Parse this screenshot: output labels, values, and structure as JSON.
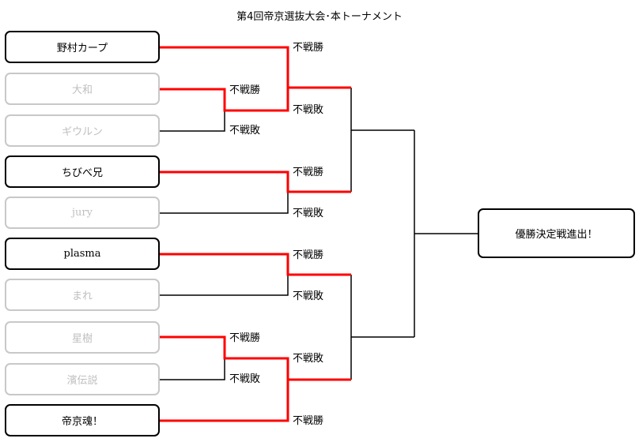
{
  "title": "第4回帝京選抜大会･本トーナメント",
  "teams": [
    {
      "name": "野村カープ"
    },
    {
      "name": "大和"
    },
    {
      "name": "ギウルン"
    },
    {
      "name": "ちびべ兄"
    },
    {
      "name": "jury"
    },
    {
      "name": "plasma"
    },
    {
      "name": "まれ"
    },
    {
      "name": "星樹"
    },
    {
      "name": "濱伝説"
    },
    {
      "name": "帝京魂！"
    }
  ],
  "results": {
    "r1_top_win": "不戦勝",
    "r1_top_lose": "不戦敗",
    "r1_bot_win": "不戦勝",
    "r1_bot_lose": "不戦敗",
    "r2_a_win": "不戦勝",
    "r2_a_lose": "不戦敗",
    "r2_b_win": "不戦勝",
    "r2_b_lose": "不戦敗",
    "r2_c_win": "不戦勝",
    "r2_c_lose": "不戦敗",
    "r2_d_lose": "不戦敗",
    "r2_d_win": "不戦勝"
  },
  "final": "優勝決定戦進出！",
  "colors": {
    "win_line": "#ff0000",
    "line": "#000000",
    "eliminated": "#c8c8c8"
  }
}
